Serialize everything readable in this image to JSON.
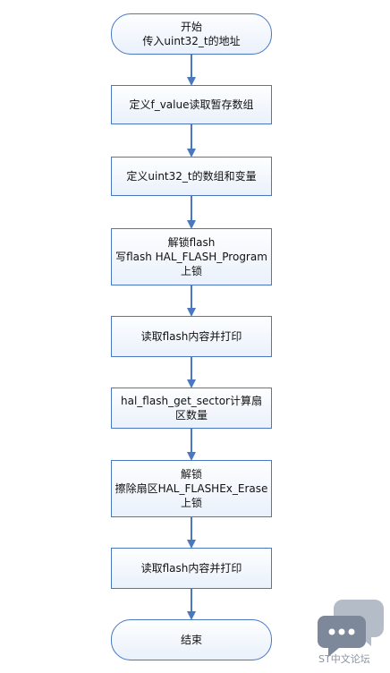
{
  "flowchart": {
    "nodes": [
      {
        "id": "start",
        "shape": "terminator",
        "lines": [
          "开始",
          "传入uint32_t的地址"
        ]
      },
      {
        "id": "define-fvalue",
        "shape": "process",
        "lines": [
          "定义f_value读取暂存数组"
        ]
      },
      {
        "id": "define-uint32-array",
        "shape": "process",
        "lines": [
          "定义uint32_t的数组和变量"
        ]
      },
      {
        "id": "unlock-write-lock",
        "shape": "process",
        "lines": [
          "解锁flash",
          "写flash HAL_FLASH_Program",
          "上锁"
        ]
      },
      {
        "id": "read-print-1",
        "shape": "process",
        "lines": [
          "读取flash内容并打印"
        ]
      },
      {
        "id": "calc-sectors",
        "shape": "process",
        "lines": [
          "hal_flash_get_sector计算扇",
          "区数量"
        ]
      },
      {
        "id": "unlock-erase-lock",
        "shape": "process",
        "lines": [
          "解锁",
          "擦除扇区HAL_FLASHEx_Erase",
          "上锁"
        ]
      },
      {
        "id": "read-print-2",
        "shape": "process",
        "lines": [
          "读取flash内容并打印"
        ]
      },
      {
        "id": "end",
        "shape": "terminator",
        "lines": [
          "结束"
        ]
      }
    ],
    "edges": [
      [
        "start",
        "define-fvalue"
      ],
      [
        "define-fvalue",
        "define-uint32-array"
      ],
      [
        "define-uint32-array",
        "unlock-write-lock"
      ],
      [
        "unlock-write-lock",
        "read-print-1"
      ],
      [
        "read-print-1",
        "calc-sectors"
      ],
      [
        "calc-sectors",
        "unlock-erase-lock"
      ],
      [
        "unlock-erase-lock",
        "read-print-2"
      ],
      [
        "read-print-2",
        "end"
      ]
    ]
  },
  "watermark": {
    "text": "ST中文论坛",
    "icon": "chat-bubbles-icon"
  },
  "colors": {
    "border": "#4a78c0",
    "arrow": "#4a78c0",
    "fill": "#eaf1fb",
    "watermark": "#9aa3b2"
  }
}
